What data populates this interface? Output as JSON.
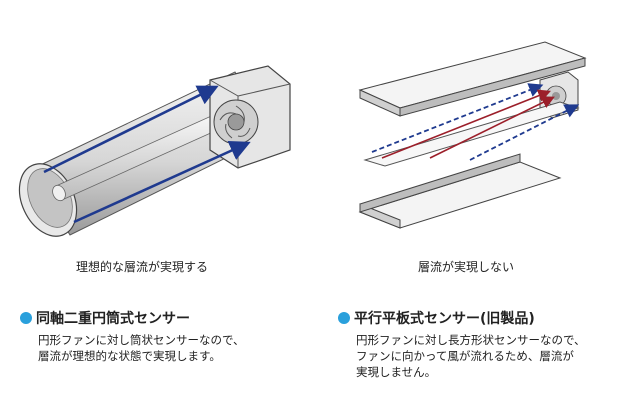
{
  "colors": {
    "bullet": "#2aa0dc",
    "arrow_blue": "#1f3a8f",
    "arrow_red": "#9c1f2a"
  },
  "left_panel": {
    "caption": "理想的な層流が実現する",
    "heading": "同軸二重円筒式センサー",
    "description": [
      "円形ファンに対し筒状センサーなので、",
      "層流が理想的な状態で実現します。"
    ]
  },
  "right_panel": {
    "caption": "層流が実現しない",
    "heading": "平行平板式センサー(旧製品)",
    "description": [
      "円形ファンに対し長方形状センサーなので、",
      "ファンに向かって風が流れるため、層流が",
      "実現しません。"
    ]
  }
}
